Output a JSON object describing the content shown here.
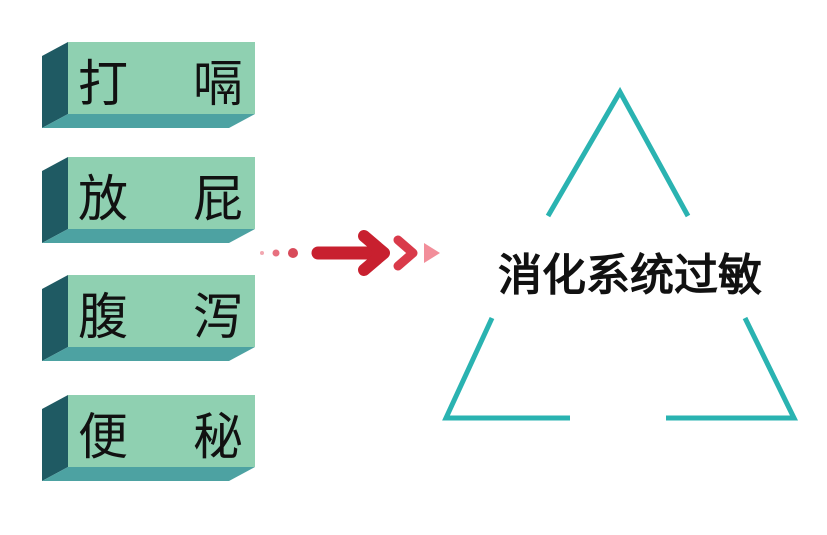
{
  "symptoms": [
    {
      "left_char": "打",
      "right_char": "嗝"
    },
    {
      "left_char": "放",
      "right_char": "屁"
    },
    {
      "left_char": "腹",
      "right_char": "泻"
    },
    {
      "left_char": "便",
      "right_char": "秘"
    }
  ],
  "result": {
    "label": "消化系统过敏"
  },
  "colors": {
    "box_front": "#8fd0b1",
    "box_side": "#1f5a63",
    "box_bottom": "#4da2a2",
    "triangle": "#2ab3b1",
    "arrow": "#c8202f",
    "arrow_light": "#f28e9a"
  },
  "icons": {
    "arrow": "right-arrow-icon"
  }
}
